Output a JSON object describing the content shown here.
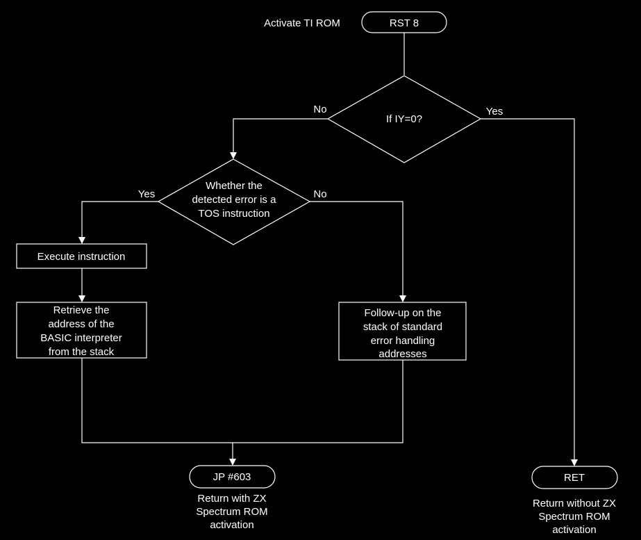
{
  "diagram": {
    "start_label": "Activate TI ROM",
    "start_node": "RST 8",
    "decision1": {
      "text": [
        "If IY=0?"
      ],
      "no_label": "No",
      "yes_label": "Yes"
    },
    "decision2": {
      "text": [
        "Whether the",
        "detected error is a",
        "TOS instruction"
      ],
      "yes_label": "Yes",
      "no_label": "No"
    },
    "execute": {
      "text": [
        "Execute instruction"
      ]
    },
    "retrieve": {
      "text": [
        "Retrieve the",
        "address of the",
        "BASIC interpreter",
        "from the stack"
      ]
    },
    "followup": {
      "text": [
        "Follow-up on the",
        "stack of standard",
        "error handling",
        "addresses"
      ]
    },
    "jp_node": "JP #603",
    "jp_caption": [
      "Return with ZX",
      "Spectrum ROM",
      "activation"
    ],
    "ret_node": "RET",
    "ret_caption": [
      "Return without ZX",
      "Spectrum ROM",
      "activation"
    ]
  }
}
